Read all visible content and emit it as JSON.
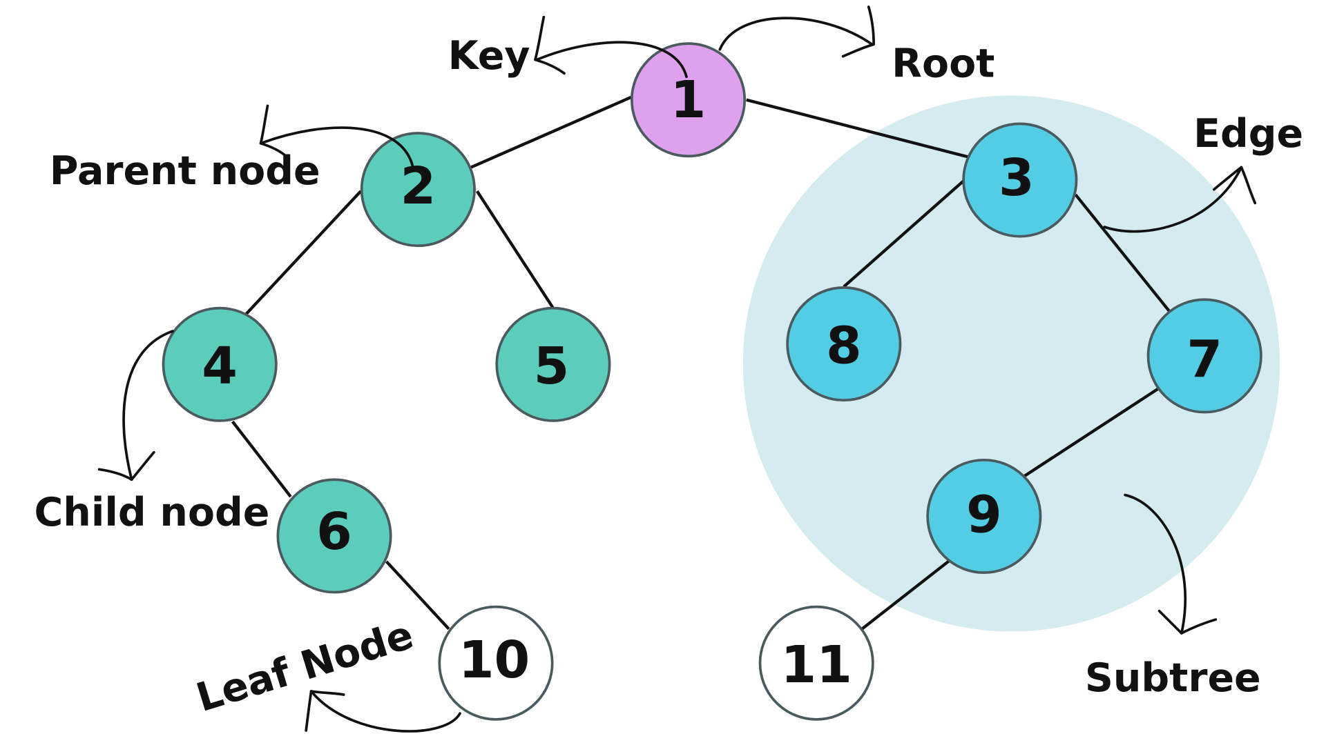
{
  "colors": {
    "root": "#dfa0ed",
    "internal_left": "#5dcdbb",
    "internal_right": "#52cde3",
    "leaf": "#ffffff",
    "subtree_bg": "#d4ecf0"
  },
  "nodes": {
    "n1": "1",
    "n2": "2",
    "n3": "3",
    "n4": "4",
    "n5": "5",
    "n6": "6",
    "n7": "7",
    "n8": "8",
    "n9": "9",
    "n10": "10",
    "n11": "11"
  },
  "labels": {
    "key": "Key",
    "root": "Root",
    "parent_node": "Parent node",
    "edge": "Edge",
    "child_node": "Child node",
    "leaf_node": "Leaf Node",
    "subtree": "Subtree"
  }
}
